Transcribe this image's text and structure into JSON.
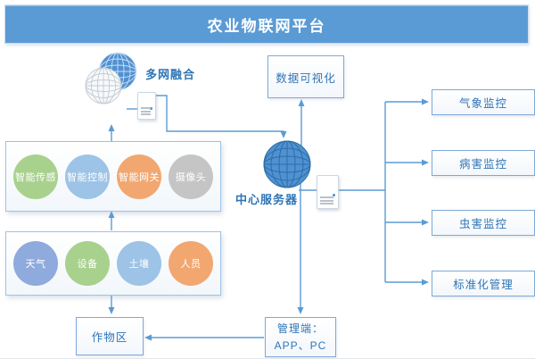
{
  "title": "农业物联网平台",
  "colors": {
    "accent": "#5b9bd5",
    "label_text": "#2e75b6",
    "green": "#a9d18e",
    "blue": "#9dc3e6",
    "periwinkle": "#8faadc",
    "orange": "#f2a771",
    "gray": "#c5c5c5"
  },
  "fusion": {
    "label": "多网融合"
  },
  "visualization": {
    "label": "数据可视化"
  },
  "central_server": {
    "label": "中心服务器"
  },
  "smart_layer": {
    "items": [
      {
        "label": "智能传感",
        "color": "green"
      },
      {
        "label": "智能控制",
        "color": "blue"
      },
      {
        "label": "智能网关",
        "color": "orange"
      },
      {
        "label": "摄像头",
        "color": "gray"
      }
    ]
  },
  "element_layer": {
    "items": [
      {
        "label": "天气",
        "color": "periwinkle"
      },
      {
        "label": "设备",
        "color": "green"
      },
      {
        "label": "土壤",
        "color": "blue"
      },
      {
        "label": "人员",
        "color": "orange"
      }
    ]
  },
  "monitors": {
    "items": [
      {
        "label": "气象监控"
      },
      {
        "label": "病害监控"
      },
      {
        "label": "虫害监控"
      },
      {
        "label": "标准化管理"
      }
    ]
  },
  "crop_area": {
    "label": "作物区"
  },
  "management": {
    "line1": "管理端：",
    "line2": "APP、PC"
  }
}
